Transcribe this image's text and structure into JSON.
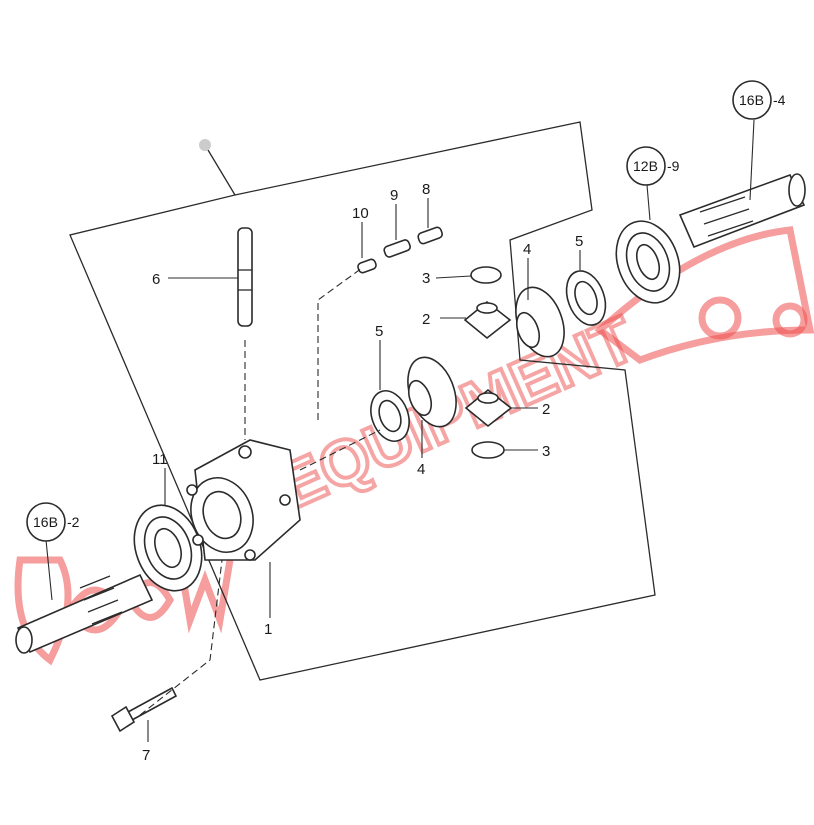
{
  "parts": [
    {
      "id": "p1",
      "number": "1"
    },
    {
      "id": "p2a",
      "number": "2"
    },
    {
      "id": "p2b",
      "number": "2"
    },
    {
      "id": "p3a",
      "number": "3"
    },
    {
      "id": "p3b",
      "number": "3"
    },
    {
      "id": "p4a",
      "number": "4"
    },
    {
      "id": "p4b",
      "number": "4"
    },
    {
      "id": "p5a",
      "number": "5"
    },
    {
      "id": "p5b",
      "number": "5"
    },
    {
      "id": "p6",
      "number": "6"
    },
    {
      "id": "p7",
      "number": "7"
    },
    {
      "id": "p8",
      "number": "8"
    },
    {
      "id": "p9",
      "number": "9"
    },
    {
      "id": "p10",
      "number": "10"
    },
    {
      "id": "p11",
      "number": "11"
    }
  ],
  "references": [
    {
      "id": "r16b4",
      "code": "16B",
      "suffix": "-4"
    },
    {
      "id": "r12b9",
      "code": "12B",
      "suffix": "-9"
    },
    {
      "id": "r16b2",
      "code": "16B",
      "suffix": "-2"
    }
  ],
  "watermark": {
    "text": "EQUIPMENT",
    "color": "#ef4d4d"
  }
}
